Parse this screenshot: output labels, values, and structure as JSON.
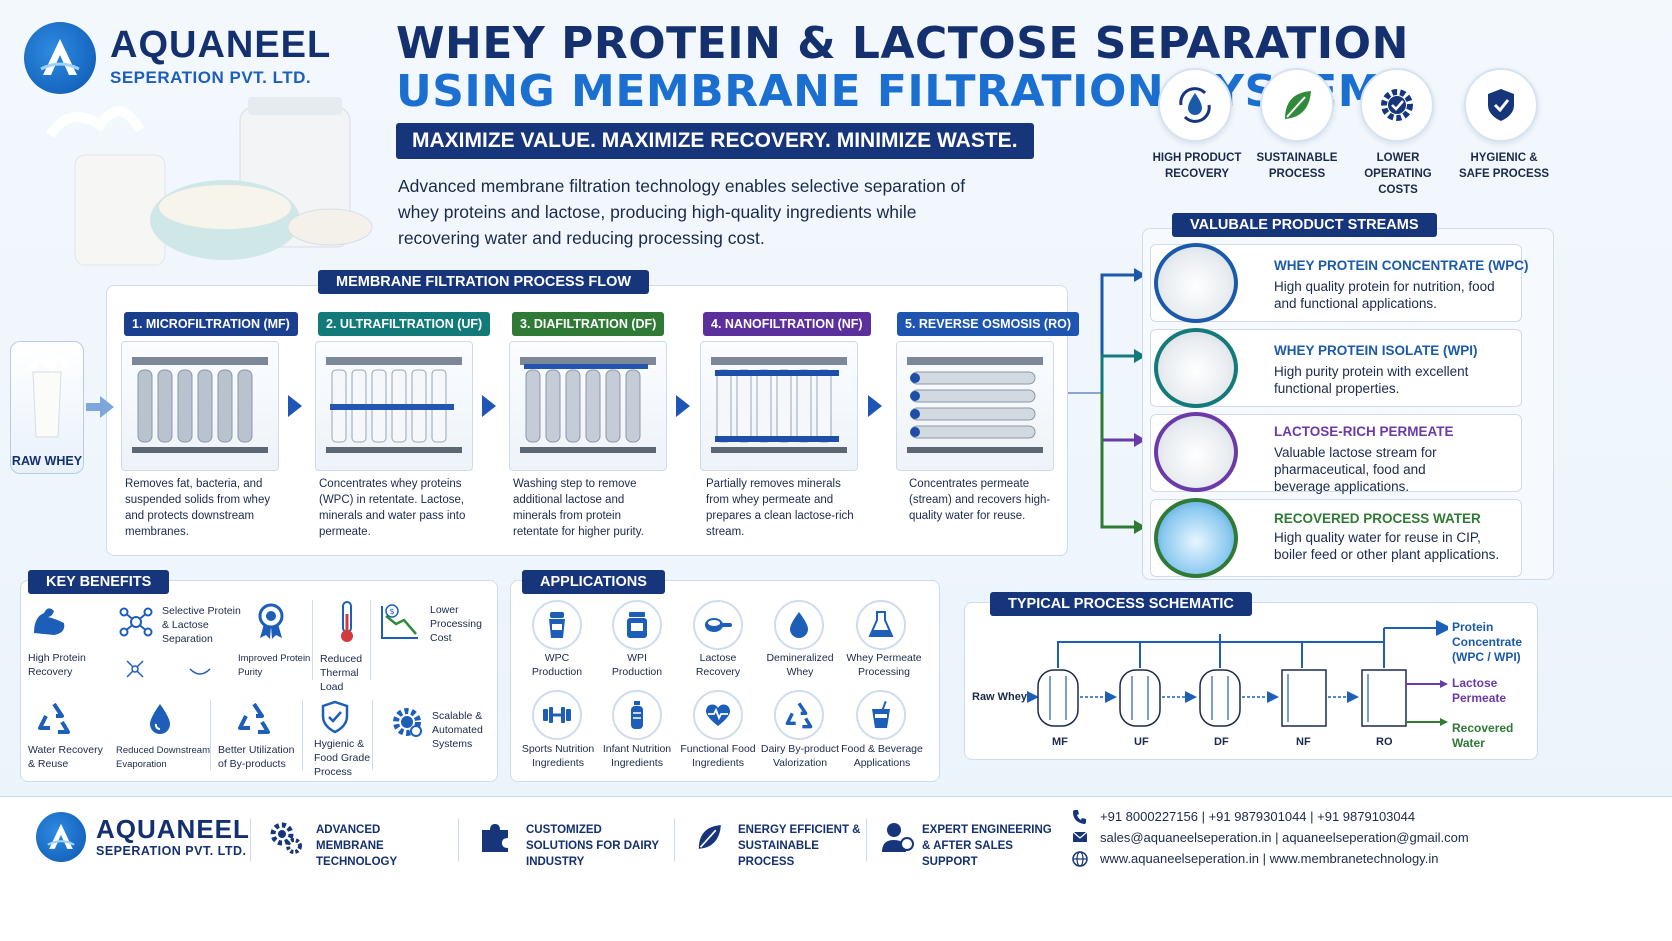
{
  "brand": {
    "name": "AQUANEEL",
    "sub": "SEPERATION PVT. LTD."
  },
  "header": {
    "title_line1": "WHEY PROTEIN & LACTOSE SEPARATION",
    "title_line2": "USING MEMBRANE FILTRATION SYSTEM",
    "tagline": "MAXIMIZE VALUE. MAXIMIZE RECOVERY. MINIMIZE WASTE.",
    "intro": "Advanced membrane filtration technology enables selective separation of whey proteins and lactose, producing high-quality ingredients while recovering water and reducing processing cost."
  },
  "highlights": [
    {
      "label": "HIGH PRODUCT RECOVERY",
      "icon": "water-cycle-icon"
    },
    {
      "label": "SUSTAINABLE PROCESS",
      "icon": "leaf-icon"
    },
    {
      "label": "LOWER OPERATING COSTS",
      "icon": "gear-check-icon"
    },
    {
      "label": "HYGIENIC & SAFE PROCESS",
      "icon": "shield-check-icon"
    }
  ],
  "process": {
    "section_title": "MEMBRANE FILTRATION PROCESS FLOW",
    "raw_label": "RAW WHEY",
    "steps": [
      {
        "tag": "1. MICROFILTRATION (MF)",
        "desc": "Removes fat, bacteria, and suspended solids from whey and protects downstream membranes.",
        "color": "#1b3f8f"
      },
      {
        "tag": "2. ULTRAFILTRATION (UF)",
        "desc": "Concentrates whey proteins (WPC) in retentate. Lactose, minerals and water pass into permeate.",
        "color": "#137a7a"
      },
      {
        "tag": "3. DIAFILTRATION (DF)",
        "desc": "Washing step to remove additional lactose and minerals from protein retentate for higher purity.",
        "color": "#2f7a35"
      },
      {
        "tag": "4. NANOFILTRATION (NF)",
        "desc": "Partially removes minerals from whey permeate and prepares a clean lactose-rich stream.",
        "color": "#5b2f9c"
      },
      {
        "tag": "5. REVERSE OSMOSIS (RO)",
        "desc": "Concentrates permeate (stream) and recovers high-quality water for reuse.",
        "color": "#1d55b0"
      }
    ]
  },
  "streams": {
    "section_title": "VALUBALE PRODUCT STREAMS",
    "items": [
      {
        "title": "WHEY PROTEIN CONCENTRATE (WPC)",
        "desc": "High quality protein for nutrition, food and functional applications.",
        "color": "#1b5aa8"
      },
      {
        "title": "WHEY PROTEIN ISOLATE (WPI)",
        "desc": "High purity protein with excellent functional properties.",
        "color": "#137a7a"
      },
      {
        "title": "LACTOSE-RICH PERMEATE",
        "desc": "Valuable lactose stream for pharmaceutical, food and beverage applications.",
        "color": "#6a3aa8"
      },
      {
        "title": "RECOVERED PROCESS WATER",
        "desc": "High quality water for reuse in CIP, boiler feed or other plant applications.",
        "color": "#2f7a35"
      }
    ]
  },
  "benefits": {
    "section_title": "KEY BENEFITS",
    "items": [
      {
        "label": "High Protein Recovery",
        "icon": "muscle-icon"
      },
      {
        "label": "Selective Protein & Lactose Separation",
        "icon": "molecule-icon"
      },
      {
        "label": "Improved Protein Purity",
        "icon": "award-icon"
      },
      {
        "label": "Reduced Thermal Load",
        "icon": "thermometer-icon"
      },
      {
        "label": "Lower Processing Cost",
        "icon": "cost-down-icon"
      },
      {
        "label": "Water Recovery & Reuse",
        "icon": "recycle-icon"
      },
      {
        "label": "Reduced Downstream Evaporation",
        "icon": "drop-icon"
      },
      {
        "label": "Better Utilization of By-products",
        "icon": "recycle-icon"
      },
      {
        "label": "Hygienic & Food Grade Process",
        "icon": "shield-check-icon"
      },
      {
        "label": "Scalable & Automated Systems",
        "icon": "gear-icon"
      }
    ]
  },
  "applications": {
    "section_title": "APPLICATIONS",
    "items": [
      {
        "label": "WPC Production",
        "icon": "shaker-icon"
      },
      {
        "label": "WPI Production",
        "icon": "jar-icon"
      },
      {
        "label": "Lactose Recovery",
        "icon": "scoop-icon"
      },
      {
        "label": "Demineralized Whey",
        "icon": "drop-icon"
      },
      {
        "label": "Whey Permeate Processing",
        "icon": "flask-icon"
      },
      {
        "label": "Sports Nutrition Ingredients",
        "icon": "dumbbell-icon"
      },
      {
        "label": "Infant Nutrition Ingredients",
        "icon": "bottle-icon"
      },
      {
        "label": "Functional Food Ingredients",
        "icon": "heart-icon"
      },
      {
        "label": "Dairy By-product Valorization",
        "icon": "recycle-icon"
      },
      {
        "label": "Food & Beverage Applications",
        "icon": "cup-icon"
      }
    ]
  },
  "schematic": {
    "section_title": "TYPICAL PROCESS SCHEMATIC",
    "input": "Raw Whey",
    "units": [
      "MF",
      "UF",
      "DF",
      "NF",
      "RO"
    ],
    "outputs": [
      {
        "label": "Protein Concentrate (WPC / WPI)",
        "color": "#1b5aa8"
      },
      {
        "label": "Lactose Permeate",
        "color": "#6a3aa8"
      },
      {
        "label": "Recovered Water",
        "color": "#2f7a35"
      }
    ]
  },
  "footer": {
    "features": [
      {
        "label": "ADVANCED MEMBRANE TECHNOLOGY",
        "icon": "gears-icon"
      },
      {
        "label": "CUSTOMIZED SOLUTIONS FOR DAIRY INDUSTRY",
        "icon": "puzzle-icon"
      },
      {
        "label": "ENERGY EFFICIENT & SUSTAINABLE PROCESS",
        "icon": "leaf-icon"
      },
      {
        "label": "EXPERT ENGINEERING & AFTER SALES SUPPORT",
        "icon": "engineer-icon"
      }
    ],
    "phone": "+91 8000227156  |  +91 9879301044  |  +91 9879103044",
    "email": "sales@aquaneelseperation.in  |  aquaneelseperation@gmail.com",
    "web": "www.aquaneelseperation.in  |  www.membranetechnology.in"
  }
}
